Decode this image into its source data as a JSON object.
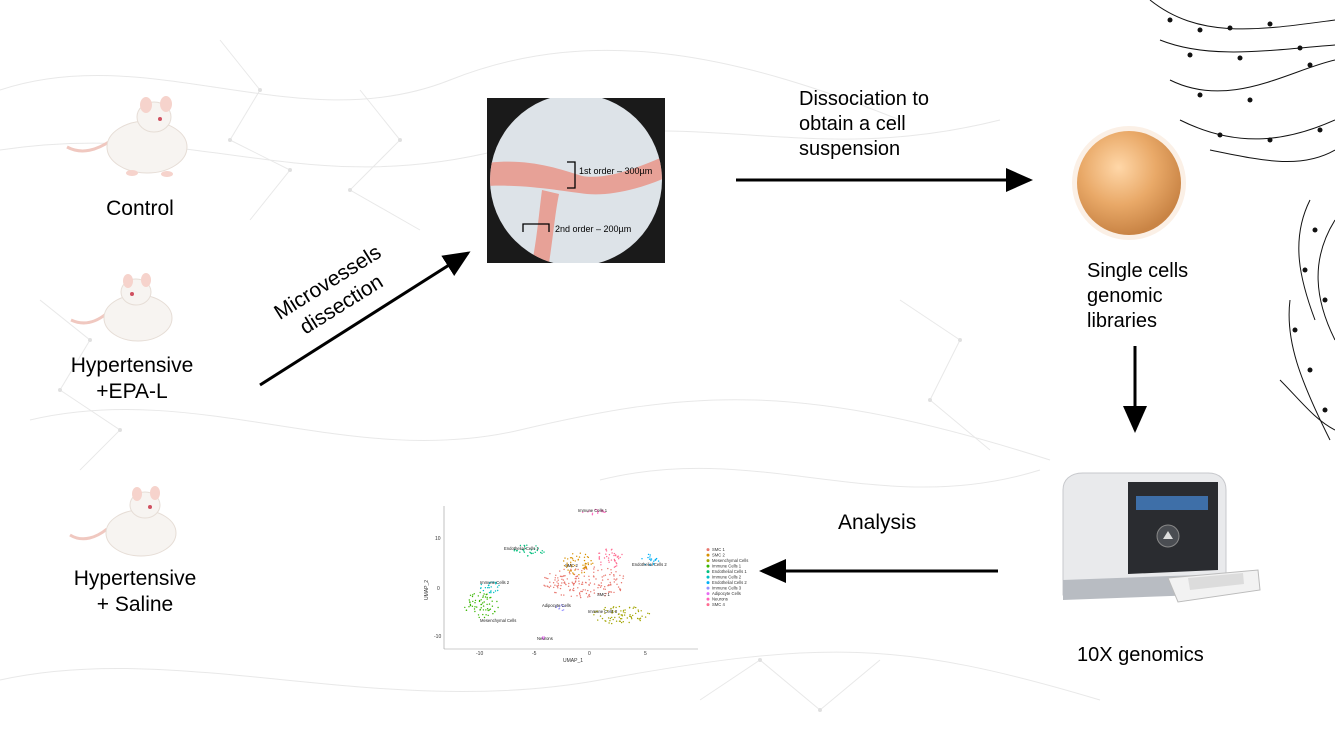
{
  "groups": [
    {
      "line1": "Control",
      "line2": ""
    },
    {
      "line1": "Hypertensive",
      "line2": "+EPA-L"
    },
    {
      "line1": "Hypertensive",
      "line2": "+ Saline"
    }
  ],
  "steps": {
    "dissection": {
      "line1": "Microvessels",
      "line2": "dissection"
    },
    "dissociation": {
      "line1": "Dissociation to",
      "line2": "obtain a cell",
      "line3": "suspension"
    },
    "libraries": {
      "line1": "Single cells",
      "line2": "genomic",
      "line3": "libraries"
    },
    "instrument": "10X genomics",
    "analysis": "Analysis"
  },
  "micrograph": {
    "first_order": "1st order – 300µm",
    "second_order": "2nd order – 200µm"
  },
  "umap": {
    "xlabel": "UMAP_1",
    "ylabel": "UMAP_2",
    "y_ticks": [
      "10",
      "0",
      "-10"
    ],
    "x_ticks": [
      "-10",
      "-5",
      "0",
      "5"
    ],
    "clusters": [
      "Immune Cells 1",
      "Endothelial Cells 1",
      "SMC 2",
      "Endothelial Cells 2",
      "Immune Cells 2",
      "SMC 1",
      "Adipocyte Cells",
      "Mesenchymal Cells",
      "Immune Cells 3",
      "Neurons"
    ],
    "legend": [
      {
        "name": "SMC 1",
        "color": "#e8766d"
      },
      {
        "name": "SMC 2",
        "color": "#d89000"
      },
      {
        "name": "Mesenchymal Cells",
        "color": "#a3a500"
      },
      {
        "name": "Immune Cells 1",
        "color": "#39b600"
      },
      {
        "name": "Endothelial Cells 1",
        "color": "#00bf7d"
      },
      {
        "name": "Immune Cells 2",
        "color": "#00bfc4"
      },
      {
        "name": "Endothelial Cells 2",
        "color": "#00b0f6"
      },
      {
        "name": "Immune Cells 3",
        "color": "#9590ff"
      },
      {
        "name": "Adipocyte Cells",
        "color": "#e76bf3"
      },
      {
        "name": "Neurons",
        "color": "#ff62bc"
      },
      {
        "name": "SMC 4",
        "color": "#ff6c91"
      }
    ]
  }
}
